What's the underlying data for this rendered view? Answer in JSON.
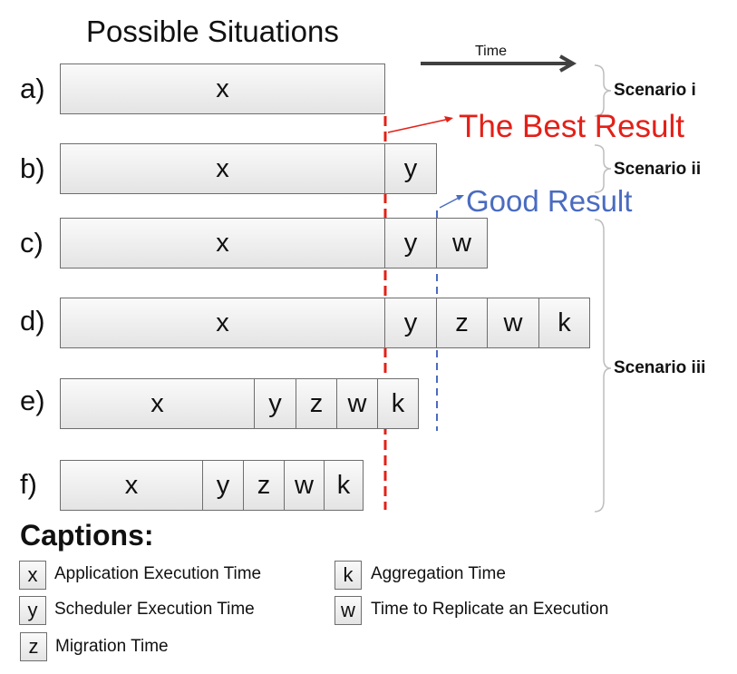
{
  "title": "Possible Situations",
  "time_label": "Time",
  "rows": [
    {
      "label": "a)",
      "segments": [
        "x"
      ]
    },
    {
      "label": "b)",
      "segments": [
        "x",
        "y"
      ]
    },
    {
      "label": "c)",
      "segments": [
        "x",
        "y",
        "w"
      ]
    },
    {
      "label": "d)",
      "segments": [
        "x",
        "y",
        "z",
        "w",
        "k"
      ]
    },
    {
      "label": "e)",
      "segments": [
        "x",
        "y",
        "z",
        "w",
        "k"
      ]
    },
    {
      "label": "f)",
      "segments": [
        "x",
        "y",
        "z",
        "w",
        "k"
      ]
    }
  ],
  "scenarios": [
    "Scenario i",
    "Scenario ii",
    "Scenario iii"
  ],
  "annotations": {
    "best": "The Best Result",
    "good": "Good Result"
  },
  "colors": {
    "best": "#e32018",
    "good": "#4a6cc0"
  },
  "captions": {
    "title": "Captions:",
    "items": [
      {
        "key": "x",
        "text": "Application Execution Time"
      },
      {
        "key": "k",
        "text": "Aggregation Time"
      },
      {
        "key": "y",
        "text": "Scheduler Execution Time"
      },
      {
        "key": "w",
        "text": "Time to Replicate an Execution"
      },
      {
        "key": "z",
        "text": "Migration Time"
      }
    ]
  }
}
